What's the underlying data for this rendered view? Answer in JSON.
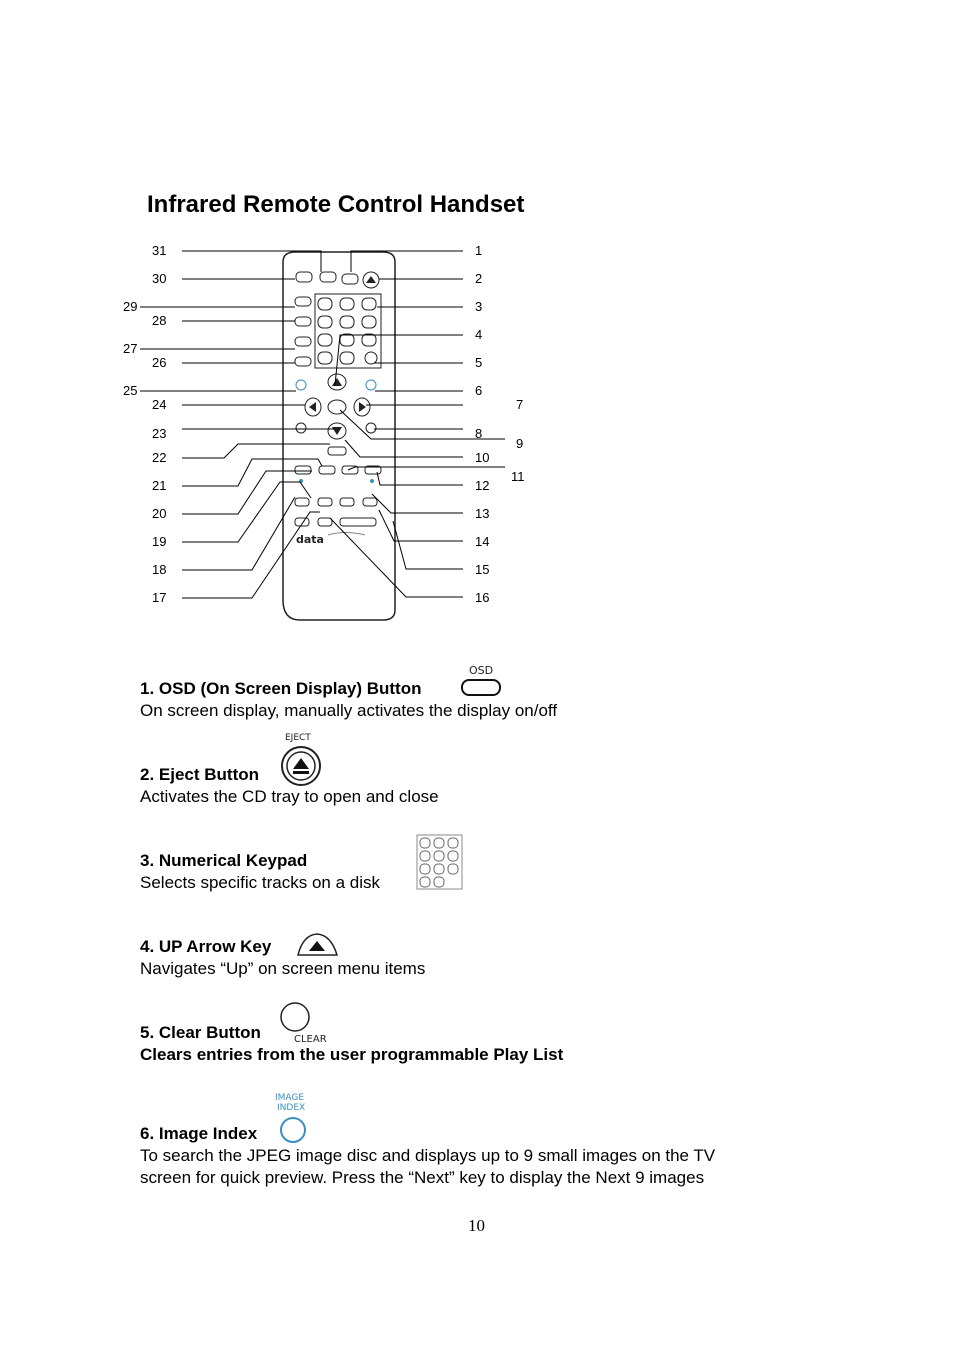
{
  "title": "Infrared Remote Control Handset",
  "diagram": {
    "left_callouts": [
      "31",
      "30",
      "29",
      "28",
      "27",
      "26",
      "25",
      "24",
      "23",
      "22",
      "21",
      "20",
      "19",
      "18",
      "17"
    ],
    "right_callouts": [
      "1",
      "2",
      "3",
      "4",
      "5",
      "6",
      "7",
      "8",
      "9",
      "10",
      "11",
      "12",
      "13",
      "14",
      "15",
      "16"
    ]
  },
  "remote_labels": {
    "osd": "OSD",
    "eject": "EJECT",
    "clear": "CLEAR",
    "image_index_1": "IMAGE",
    "image_index_2": "INDEX",
    "brand": "data"
  },
  "items": [
    {
      "heading": "1. OSD (On Screen Display) Button",
      "text": "On screen display, manually activates the display on/off",
      "icon": "osd-button-icon"
    },
    {
      "heading": "2. Eject Button",
      "text": "Activates the CD tray to open and close",
      "icon": "eject-button-icon"
    },
    {
      "heading": "3. Numerical Keypad",
      "text": "Selects specific tracks on a disk",
      "icon": "numerical-keypad-icon"
    },
    {
      "heading": "4. UP Arrow Key",
      "text": "Navigates “Up” on screen menu items",
      "icon": "up-arrow-icon"
    },
    {
      "heading": "5. Clear Button",
      "text": "Clears entries from the user programmable Play List",
      "icon": "clear-button-icon"
    },
    {
      "heading": "6. Image Index",
      "text": "To search the JPEG image disc and displays up to 9 small images on the TV",
      "text2": "screen for quick preview.  Press the “Next” key to display the Next 9 images",
      "icon": "image-index-icon"
    }
  ],
  "page_number": "10"
}
